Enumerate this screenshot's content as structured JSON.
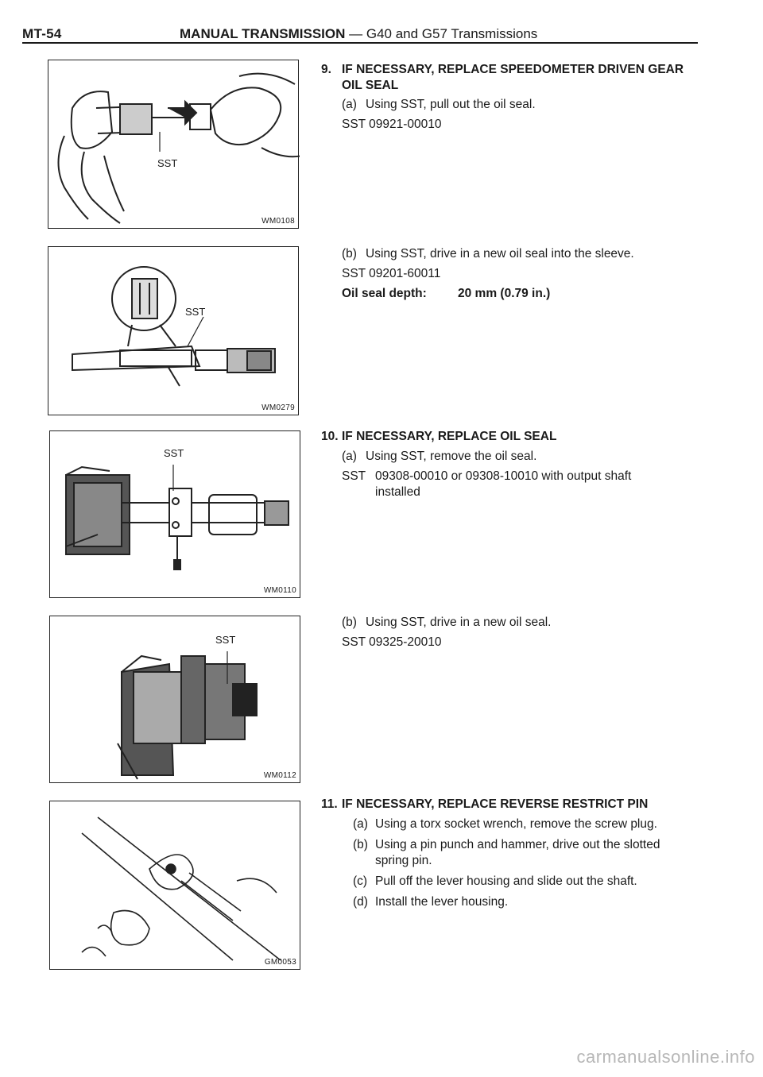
{
  "header": {
    "page_id": "MT-54",
    "section_bold": "MANUAL TRANSMISSION",
    "section_rest": " — G40 and G57 Transmissions"
  },
  "figures": [
    {
      "code": "WM0108",
      "callout": "SST"
    },
    {
      "code": "WM0279",
      "callout": "SST"
    },
    {
      "code": "WM0110",
      "callout": "SST"
    },
    {
      "code": "WM0112",
      "callout": "SST"
    },
    {
      "code": "GM0053",
      "callout": ""
    }
  ],
  "steps": [
    {
      "number": "9.",
      "title_line1": "IF NECESSARY, REPLACE SPEEDOMETER DRIVEN GEAR",
      "title_line2": "OIL SEAL",
      "items": [
        {
          "label": "(a)",
          "text": "Using SST, pull out the oil seal.",
          "sst": "SST 09921-00010"
        },
        {
          "label": "(b)",
          "text": "Using SST, drive in a new oil seal into the sleeve.",
          "sst": "SST 09201-60011",
          "spec_label": "Oil seal depth:",
          "spec_value": "20 mm (0.79 in.)"
        }
      ]
    },
    {
      "number": "10.",
      "title_line1": "IF NECESSARY, REPLACE OIL SEAL",
      "items": [
        {
          "label": "(a)",
          "text": "Using SST, remove the oil seal.",
          "sst_prefix": "SST",
          "sst": "09308-00010 or 09308-10010 with output shaft",
          "sst_cont": "installed"
        },
        {
          "label": "(b)",
          "text": "Using SST, drive in a new oil seal.",
          "sst": "SST 09325-20010"
        }
      ]
    },
    {
      "number": "11.",
      "title_line1": "IF NECESSARY, REPLACE REVERSE RESTRICT PIN",
      "items": [
        {
          "label": "(a)",
          "text": "Using a torx socket wrench, remove the screw plug."
        },
        {
          "label": "(b)",
          "text": "Using a pin punch and hammer, drive out the slotted",
          "text_cont": "spring pin."
        },
        {
          "label": "(c)",
          "text": "Pull off the lever housing and slide out the shaft."
        },
        {
          "label": "(d)",
          "text": "Install the lever housing."
        }
      ]
    }
  ],
  "watermark": "carmanualsonline.info"
}
